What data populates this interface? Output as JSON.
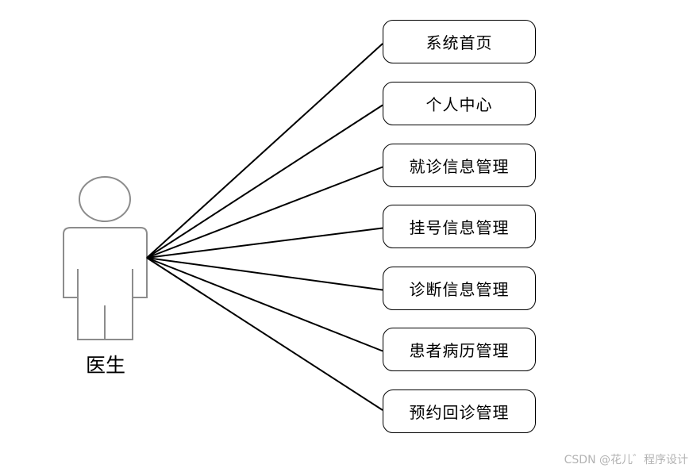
{
  "actor": {
    "name": "医生"
  },
  "use_cases": [
    {
      "label": "系统首页"
    },
    {
      "label": "个人中心"
    },
    {
      "label": "就诊信息管理"
    },
    {
      "label": "挂号信息管理"
    },
    {
      "label": "诊断信息管理"
    },
    {
      "label": "患者病历管理"
    },
    {
      "label": "预约回诊管理"
    }
  ],
  "watermark": "CSDN @花儿゛程序设计"
}
